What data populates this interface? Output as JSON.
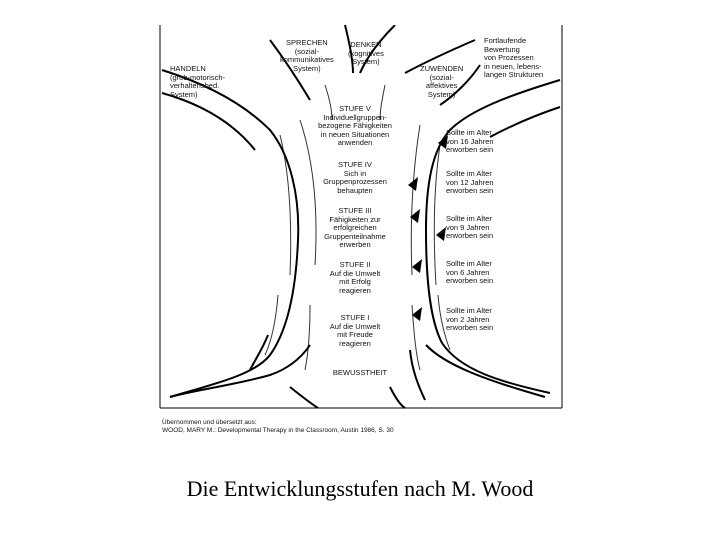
{
  "branches": {
    "sprechen": "SPRECHEN\n(sozial-\nkommunikatives\nSystem)",
    "denken": "DENKEN\n(kognitives\nSystem)",
    "handeln": "HANDELN\n(grob-motorisch-\nverhaltensbed.\nSystem)",
    "zuwenden": "ZUWENDEN\n(sozial-\naffektives\nSystem)",
    "fortlaufende": "Fortlaufende\nBewertung\nvon Prozessen\nin neuen, lebens-\nlangen Strukturen"
  },
  "stages": [
    {
      "id": "v",
      "text": "STUFE V\nIndividuellgruppen-\nbezogene Fähigkeiten\nin neuen Situationen\nanwenden"
    },
    {
      "id": "iv",
      "text": "STUFE IV\nSich in\nGruppenprozessen\nbehaupten"
    },
    {
      "id": "iii",
      "text": "STUFE III\nFähigkeiten zur\nerfolgreichen\nGruppenteilnahme\nerwerben"
    },
    {
      "id": "ii",
      "text": "STUFE II\nAuf die Umwelt\nmit Erfolg\nreagieren"
    },
    {
      "id": "i",
      "text": "STUFE I\nAuf die Umwelt\nmit Freude\nreagieren"
    }
  ],
  "ages": [
    "Sollte im Alter\nvon 16 Jahren\nerworben sein",
    "Sollte im Alter\nvon 12 Jahren\nerworben sein",
    "Sollte im Alter\nvon 9 Jahren\nerworben sein",
    "Sollte im Alter\nvon 6 Jahren\nerworben sein",
    "Sollte im Alter\nvon 2 Jahren\nerworben sein"
  ],
  "base_label": "BEWUSSTHEIT",
  "source_note": "Übernommen und übersetzt aus:\nWOOD, MARY M.: Developmental Therapy in the Classroom, Austin 1986, S. 30",
  "caption": "Die Entwicklungsstufen nach M. Wood"
}
